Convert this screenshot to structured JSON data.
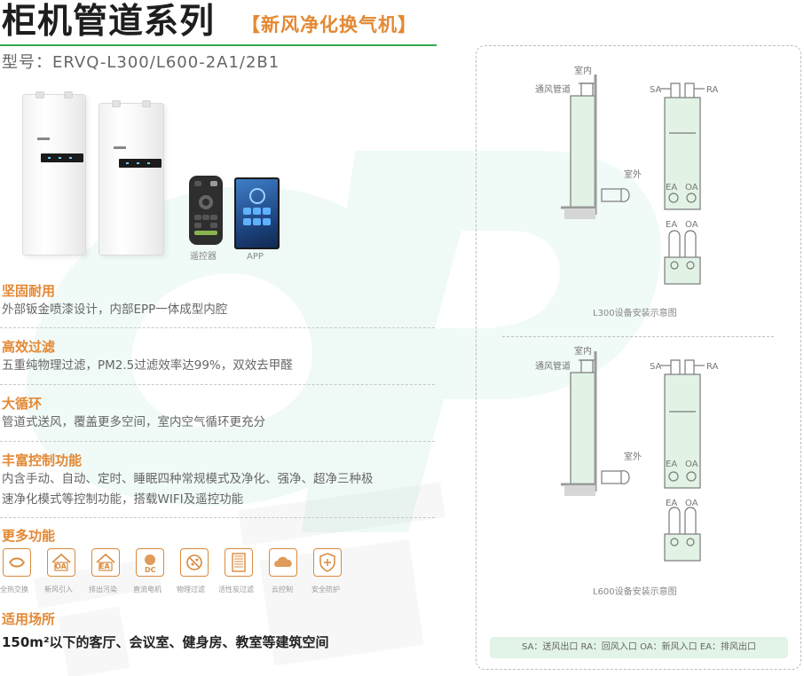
{
  "header": {
    "title": "柜机管道系列",
    "subtitle": "【新风净化换气机】",
    "model": "型号：ERVQ-L300/L600-2A1/2B1"
  },
  "product": {
    "remote_caption": "遥控器",
    "app_caption": "APP"
  },
  "features": [
    {
      "heading": "坚固耐用",
      "desc_lines": [
        "外部钣金喷漆设计，内部EPP一体成型内腔"
      ]
    },
    {
      "heading": "高效过滤",
      "desc_lines": [
        "五重纯物理过滤，PM2.5过滤效率达99%，双效去甲醛"
      ]
    },
    {
      "heading": "大循环",
      "desc_lines": [
        "管道式送风，覆盖更多空间，室内空气循环更充分"
      ]
    },
    {
      "heading": "丰富控制功能",
      "desc_lines": [
        "内含手动、自动、定时、睡眠四种常规模式及净化、强净、超净三种极",
        "速净化模式等控制功能，搭载WIFI及遥控功能"
      ]
    }
  ],
  "more_functions": {
    "heading": "更多功能",
    "items": [
      {
        "label": "全热交换",
        "icon": "heat-exchange-icon",
        "badge": ""
      },
      {
        "label": "新风引入",
        "icon": "fresh-air-icon",
        "badge": "OA"
      },
      {
        "label": "排出污染",
        "icon": "exhaust-icon",
        "badge": "EA"
      },
      {
        "label": "直流电机",
        "icon": "dc-motor-icon",
        "badge": "DC"
      },
      {
        "label": "物理过滤",
        "icon": "filter-icon",
        "badge": ""
      },
      {
        "label": "活性炭过滤",
        "icon": "carbon-filter-icon",
        "badge": ""
      },
      {
        "label": "云控制",
        "icon": "cloud-control-icon",
        "badge": ""
      },
      {
        "label": "安全防护",
        "icon": "shield-icon",
        "badge": ""
      }
    ]
  },
  "application": {
    "heading": "适用场所",
    "text": "150m²以下的客厅、会议室、健身房、教室等建筑空间"
  },
  "diagrams": {
    "indoor": "室内",
    "duct": "通风管道",
    "outdoor": "室外",
    "sa": "SA",
    "ra": "RA",
    "ea": "EA",
    "oa": "OA",
    "caption_l300": "L300设备安装示意图",
    "caption_l600": "L600设备安装示意图"
  },
  "legend": "SA：送风出口  RA：回风入口 OA：新风入口  EA：排风出口",
  "colors": {
    "accent_orange": "#e38833",
    "accent_green": "#33a853",
    "legend_bg": "#e2f3e7"
  }
}
